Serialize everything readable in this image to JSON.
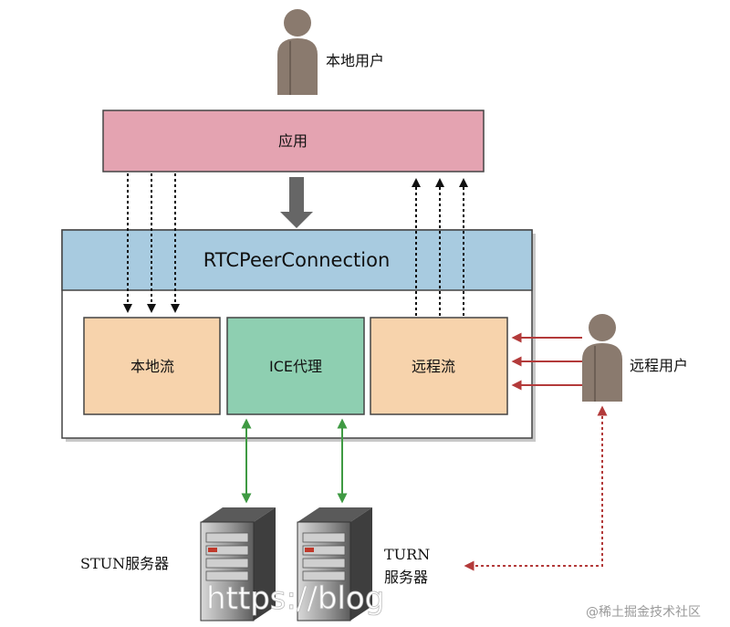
{
  "labels": {
    "local_user": "本地用户",
    "app": "应用",
    "rtc": "RTCPeerConnection",
    "local_stream": "本地流",
    "ice_agent": "ICE代理",
    "remote_stream": "远程流",
    "remote_user": "远程用户",
    "stun_server": "STUN服务器",
    "turn_line1": "TURN",
    "turn_line2": "服务器"
  },
  "watermark": {
    "url_text": "https://blog",
    "site": "@稀土掘金技术社区"
  },
  "colors": {
    "app_fill": "#e4a3b1",
    "rtc_header_fill": "#a8cbe0",
    "local_stream_fill": "#f7d3ac",
    "ice_fill": "#8ecfb1",
    "remote_stream_fill": "#f7d3ac",
    "person_fill": "#8a7a6e",
    "green_arrow": "#3f9a43",
    "red_arrow": "#b33a3a",
    "black_arrow": "#111111",
    "big_arrow": "#666666"
  },
  "icons": {
    "local_user": "person-icon",
    "remote_user": "person-icon",
    "stun": "server-icon",
    "turn": "server-icon"
  }
}
